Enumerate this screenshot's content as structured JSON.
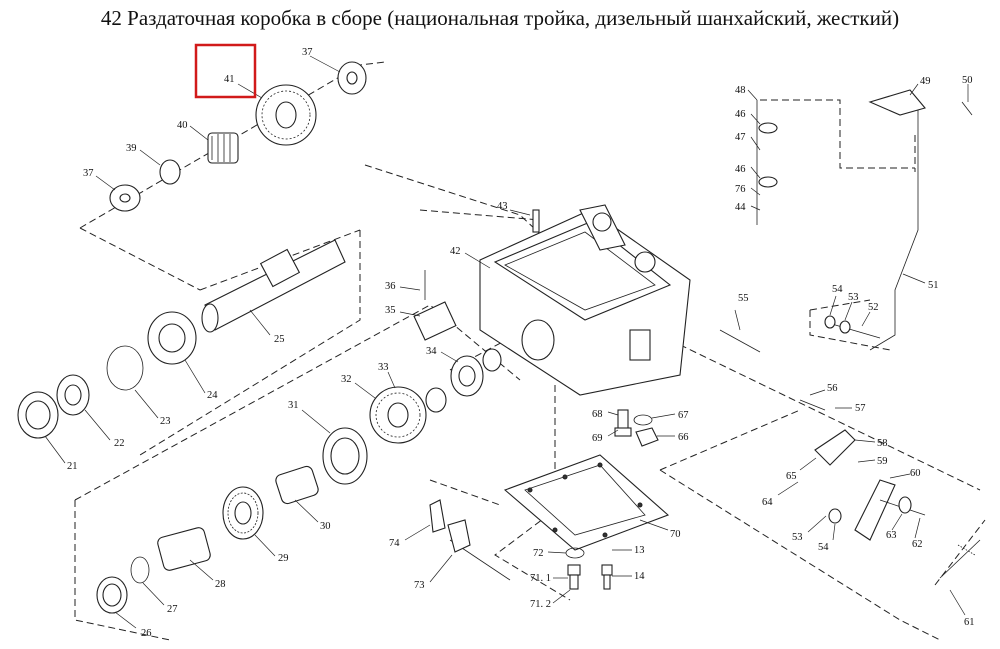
{
  "title": "42 Раздаточная коробка в сборе (национальная тройка, дизельный шанхайский, жесткий)",
  "highlighted_part": "41",
  "colors": {
    "highlight": "#d11a1a",
    "line": "#222222"
  },
  "callouts": [
    "37",
    "41",
    "40",
    "39",
    "37",
    "25",
    "24",
    "23",
    "22",
    "21",
    "36",
    "35",
    "43",
    "42",
    "34",
    "33",
    "32",
    "31",
    "30",
    "29",
    "28",
    "27",
    "26",
    "74",
    "73",
    "72",
    "71. 1",
    "71. 2",
    "13",
    "14",
    "70",
    "68",
    "69",
    "67",
    "66",
    "55",
    "48",
    "46",
    "47",
    "46",
    "76",
    "44",
    "49",
    "50",
    "51",
    "54",
    "53",
    "52",
    "56",
    "57",
    "58",
    "65",
    "64",
    "59",
    "60",
    "53",
    "54",
    "63",
    "62",
    "61"
  ]
}
